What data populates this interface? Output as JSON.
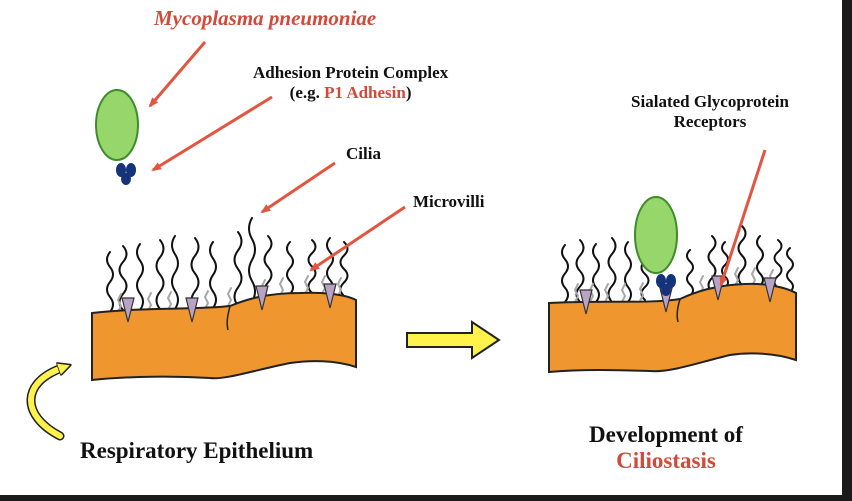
{
  "labels": {
    "organism": "Mycoplasma pneumoniae",
    "adhesion_line1": "Adhesion Protein Complex",
    "adhesion_prefix": "(e.g. ",
    "adhesion_highlight": "P1 Adhesin",
    "adhesion_suffix": ")",
    "cilia": "Cilia",
    "microvilli": "Microvilli",
    "receptors_line1": "Sialated Glycoprotein",
    "receptors_line2": "Receptors",
    "respiratory_epithelium": "Respiratory Epithelium",
    "development_of": "Development of",
    "ciliostasis": "Ciliostasis"
  },
  "colors": {
    "epithelium_fill": "#f0962e",
    "bacterium_fill": "#96d66a",
    "bacterium_stroke": "#3e8c2c",
    "adhesin_fill": "#15337a",
    "pointer_arrow": "#e25540",
    "transition_arrow": "#fff24a",
    "receptor_fill": "#b9a2c4",
    "microvilli_color": "#a8a8a8",
    "label_highlight": "#d24a3a"
  }
}
